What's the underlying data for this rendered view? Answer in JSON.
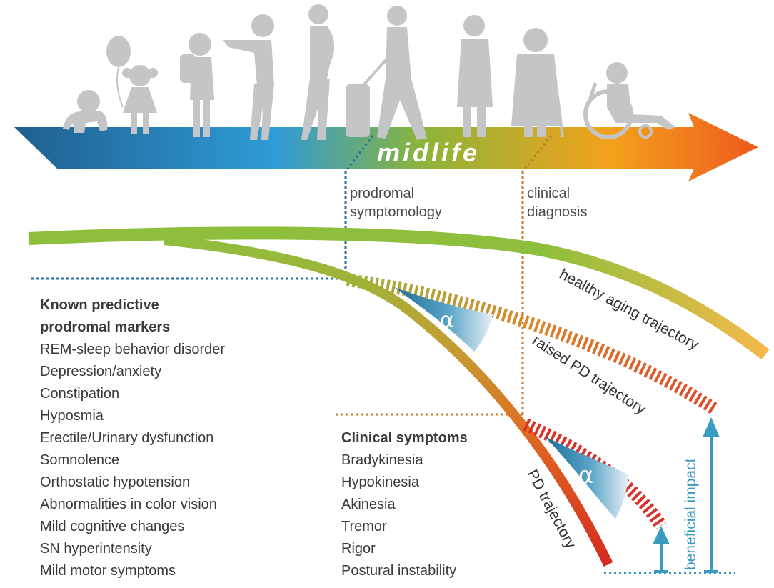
{
  "timeline": {
    "label": "midlife",
    "arrow_colors": [
      "#1f5f8f",
      "#2f9bd6",
      "#8db43a",
      "#f3a21b",
      "#ee5a1e"
    ]
  },
  "phases": {
    "prodromal": [
      "prodromal",
      "symptomology"
    ],
    "clinical": [
      "clinical",
      "diagnosis"
    ]
  },
  "trajectories": {
    "healthy": "healthy aging trajectory",
    "raised": "raised PD trajectory",
    "pd": "PD trajectory",
    "impact": "beneficial impact",
    "angle_symbol": "α"
  },
  "markers": {
    "title": [
      "Known predictive",
      "prodromal markers"
    ],
    "items": [
      "REM-sleep behavior disorder",
      "Depression/anxiety",
      "Constipation",
      "Hyposmia",
      "Erectile/Urinary dysfunction",
      "Somnolence",
      "Orthostatic hypotension",
      "Abnormalities in color vision",
      "Mild cognitive changes",
      "SN hyperintensity",
      "Mild motor symptoms"
    ]
  },
  "clinical": {
    "title": "Clinical symptoms",
    "items": [
      "Bradykinesia",
      "Hypokinesia",
      "Akinesia",
      "Tremor",
      "Rigor",
      "Postural instability"
    ]
  },
  "colors": {
    "silhouette": "#c4c5c7",
    "healthy": "#8ebf3c",
    "pd": "#d42a20",
    "blue_dot": "#2b6ea3",
    "orange_dot": "#c8772e",
    "impact": "#3a9bc0"
  }
}
